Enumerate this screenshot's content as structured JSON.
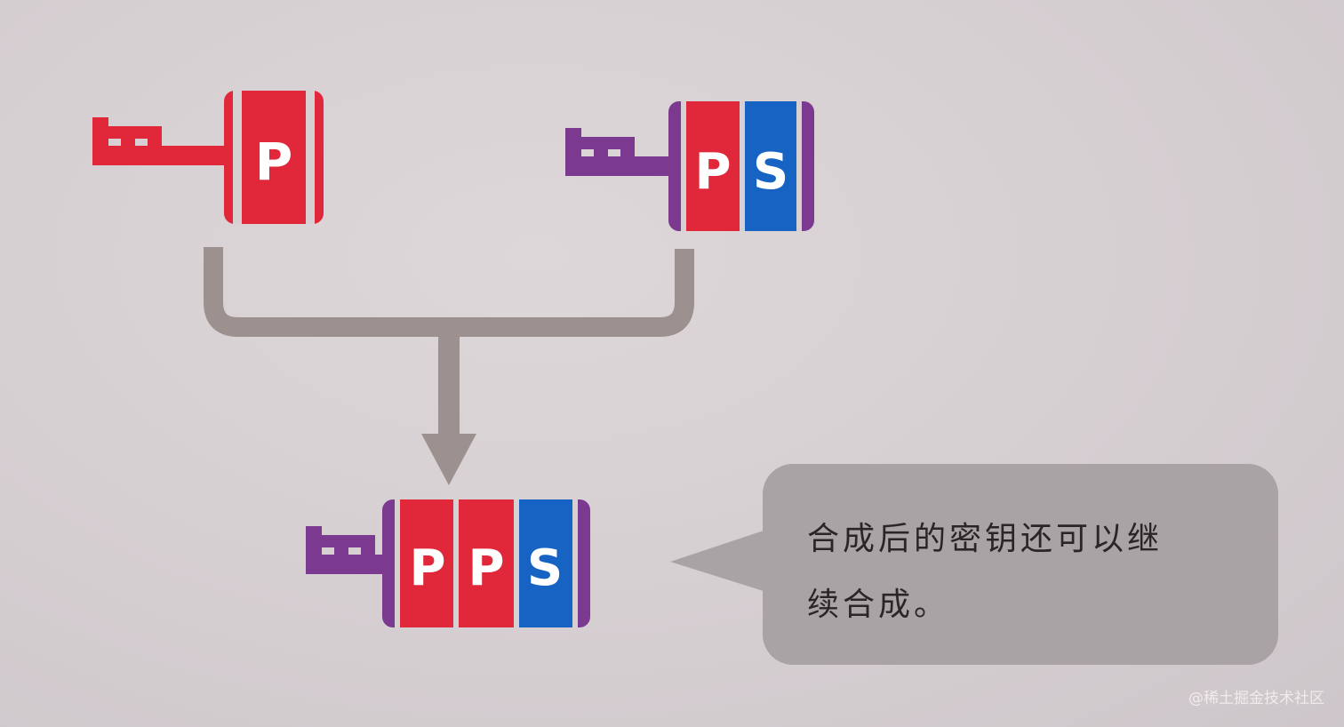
{
  "keys": {
    "key_p": {
      "letters": [
        "P"
      ]
    },
    "key_ps": {
      "letters": [
        "P",
        "S"
      ]
    },
    "key_pps": {
      "letters": [
        "P",
        "P",
        "S"
      ]
    }
  },
  "bubble": {
    "line1": "合成后的密钥还可以继",
    "line2": "续合成。"
  },
  "watermark": "@稀土掘金技术社区",
  "colors": {
    "red": "#e0283a",
    "blue": "#1763c4",
    "purple": "#7b3a8f",
    "connector": "#9d9190",
    "bubble": "#a9a3a5",
    "text": "#2b2526"
  }
}
